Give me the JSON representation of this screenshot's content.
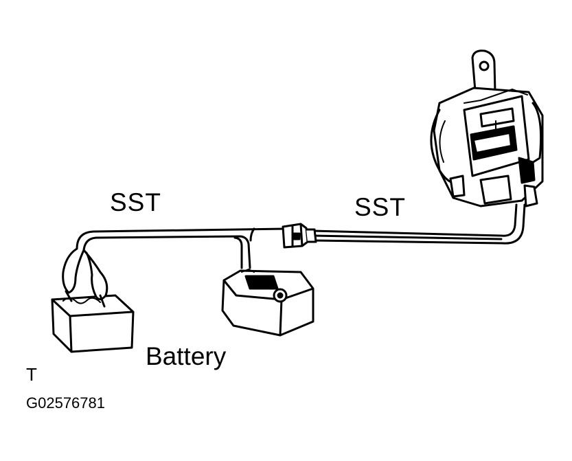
{
  "labels": {
    "sst_left": "SST",
    "sst_right": "SST",
    "battery": "Battery",
    "corner_mark": "T",
    "figure_code": "G02576781"
  },
  "colors": {
    "ink": "#000000",
    "paper": "#ffffff"
  }
}
